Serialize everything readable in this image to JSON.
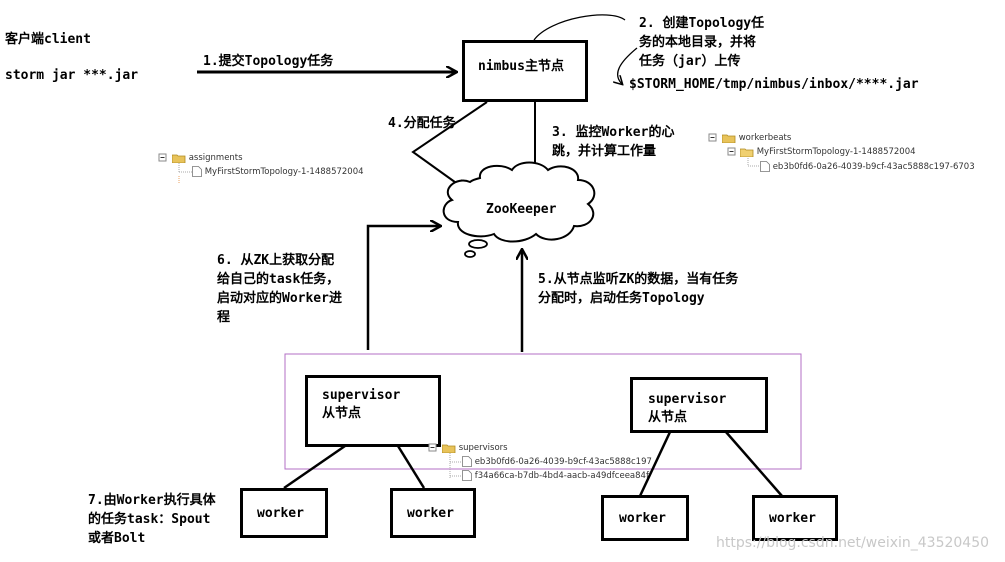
{
  "client": {
    "title": "客户端client",
    "command": "storm jar ***.jar"
  },
  "steps": {
    "s1": "1.提交Topology任务",
    "s2": [
      "2. 创建Topology任",
      "务的本地目录，并将",
      "任务（jar）上传"
    ],
    "s2_path": "$STORM_HOME/tmp/nimbus/inbox/****.jar",
    "s3": [
      "3. 监控Worker的心",
      "跳，并计算工作量"
    ],
    "s4": "4.分配任务",
    "s5": [
      "5.从节点监听ZK的数据，当有任务",
      "分配时，启动任务Topology"
    ],
    "s6": [
      "6. 从ZK上获取分配",
      "给自己的task任务，",
      "启动对应的Worker进",
      "程"
    ],
    "s7": [
      "7.由Worker执行具体",
      "的任务task：Spout",
      "或者Bolt"
    ]
  },
  "nodes": {
    "nimbus": "nimbus主节点",
    "zookeeper": "ZooKeeper",
    "supervisor1": [
      "supervisor",
      "从节点"
    ],
    "supervisor2": [
      "supervisor",
      "从节点"
    ],
    "worker1": "worker",
    "worker2": "worker",
    "worker3": "worker",
    "worker4": "worker"
  },
  "trees": {
    "assignments": {
      "root": "assignments",
      "child": "MyFirstStormTopology-1-1488572004"
    },
    "workerbeats": {
      "root": "workerbeats",
      "child": "MyFirstStormTopology-1-1488572004",
      "leaf": "eb3b0fd6-0a26-4039-b9cf-43ac5888c197-6703"
    },
    "supervisors": {
      "root": "supervisors",
      "children": [
        "eb3b0fd6-0a26-4039-b9cf-43ac5888c197",
        "f34a66ca-b7db-4bd4-aacb-a49dfceea84f"
      ]
    }
  },
  "watermark": "https://blog.csdn.net/weixin_43520450",
  "colors": {
    "line": "#000000",
    "purple_frame": "#b36fc6",
    "folder": "#e8c35a",
    "watermark": "#c8c8c8"
  }
}
